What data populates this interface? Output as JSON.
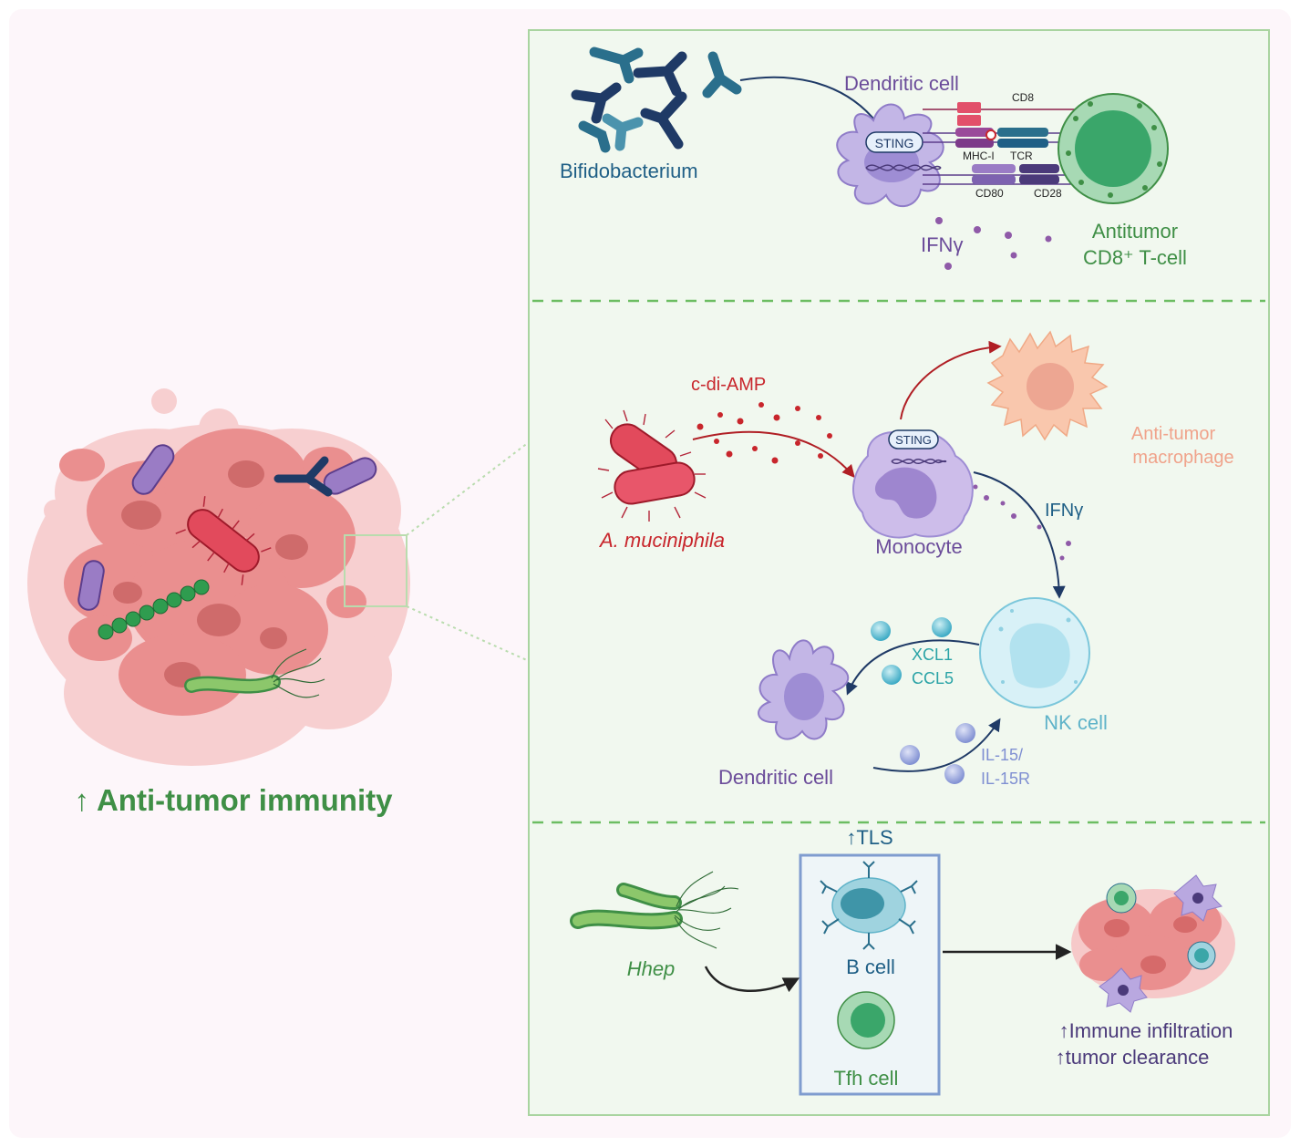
{
  "left": {
    "heading": "↑ Anti-tumor immunity"
  },
  "panel1": {
    "bifidobacterium": "Bifidobacterium",
    "dendritic_cell": "Dendritic cell",
    "sting": "STING",
    "cd8": "CD8",
    "mhc1": "MHC-I",
    "tcr": "TCR",
    "cd80": "CD80",
    "cd28": "CD28",
    "ifng": "IFNγ",
    "antitumor": "Antitumor",
    "cd8_tcell": "CD8⁺ T-cell"
  },
  "panel2": {
    "c_di_amp": "c-di-AMP",
    "a_muciniphila": "A. muciniphila",
    "sting": "STING",
    "monocyte": "Monocyte",
    "macrophage_line1": "Anti-tumor",
    "macrophage_line2": "macrophage",
    "ifng": "IFNγ",
    "xcl1": "XCL1",
    "ccl5": "CCL5",
    "nk_cell": "NK cell",
    "dendritic_cell": "Dendritic cell",
    "il15": "IL-15/",
    "il15r": "IL-15R"
  },
  "panel3": {
    "tls": "↑TLS",
    "hhep": "Hhep",
    "b_cell": "B cell",
    "tfh_cell": "Tfh cell",
    "immune_infiltration": "↑Immune infiltration",
    "tumor_clearance": "↑tumor clearance"
  },
  "colors": {
    "background": "#fdf6fa",
    "panel_bg": "#f1f8ef",
    "panel_border": "#a9d4a0",
    "green_text": "#3f8f46",
    "purple_text": "#6b4c9a",
    "red_text": "#c8262c",
    "teal_text": "#2aa3a6",
    "blue_text": "#1f6e9a",
    "navy": "#1f3a66",
    "tumor_pink": "#e98a8a"
  }
}
